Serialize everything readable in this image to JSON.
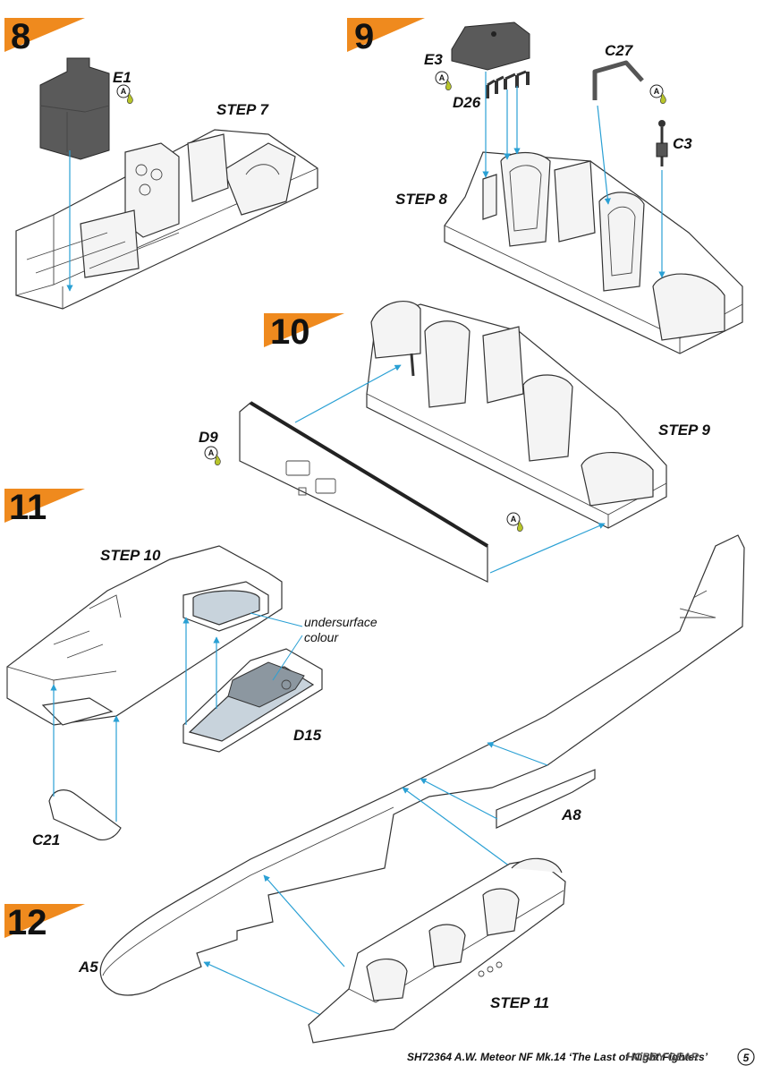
{
  "steps": [
    {
      "number": "8",
      "step_label": "STEP 7",
      "parts": [
        {
          "label": "E1",
          "color_code": "A"
        }
      ]
    },
    {
      "number": "9",
      "step_label": "STEP 8",
      "parts": [
        {
          "label": "E3",
          "color_code": "A"
        },
        {
          "label": "D26"
        },
        {
          "label": "C27",
          "color_code": "A"
        },
        {
          "label": "C3"
        }
      ]
    },
    {
      "number": "10",
      "step_label": "STEP 9",
      "parts": [
        {
          "label": "D9",
          "color_code": "A"
        }
      ],
      "extra_color_code": "A"
    },
    {
      "number": "11",
      "step_label": "STEP 10",
      "parts": [
        {
          "label": "D15"
        },
        {
          "label": "C21"
        }
      ],
      "note": {
        "line1": "undersurface",
        "line2": "colour"
      }
    },
    {
      "number": "12",
      "step_label": "STEP 11",
      "parts": [
        {
          "label": "A8"
        },
        {
          "label": "A5"
        }
      ]
    }
  ],
  "footer": {
    "text": "SH72364  A.W. Meteor NF Mk.14 ‘The Last of Night Fighters’",
    "brand": "HOBBY GEAR",
    "page_number": "5"
  },
  "colors": {
    "badge": "#ef8a1e",
    "arrow": "#2aa0d4",
    "undersurface": "#c8d3dc",
    "color_drop": "#b8c52a"
  }
}
